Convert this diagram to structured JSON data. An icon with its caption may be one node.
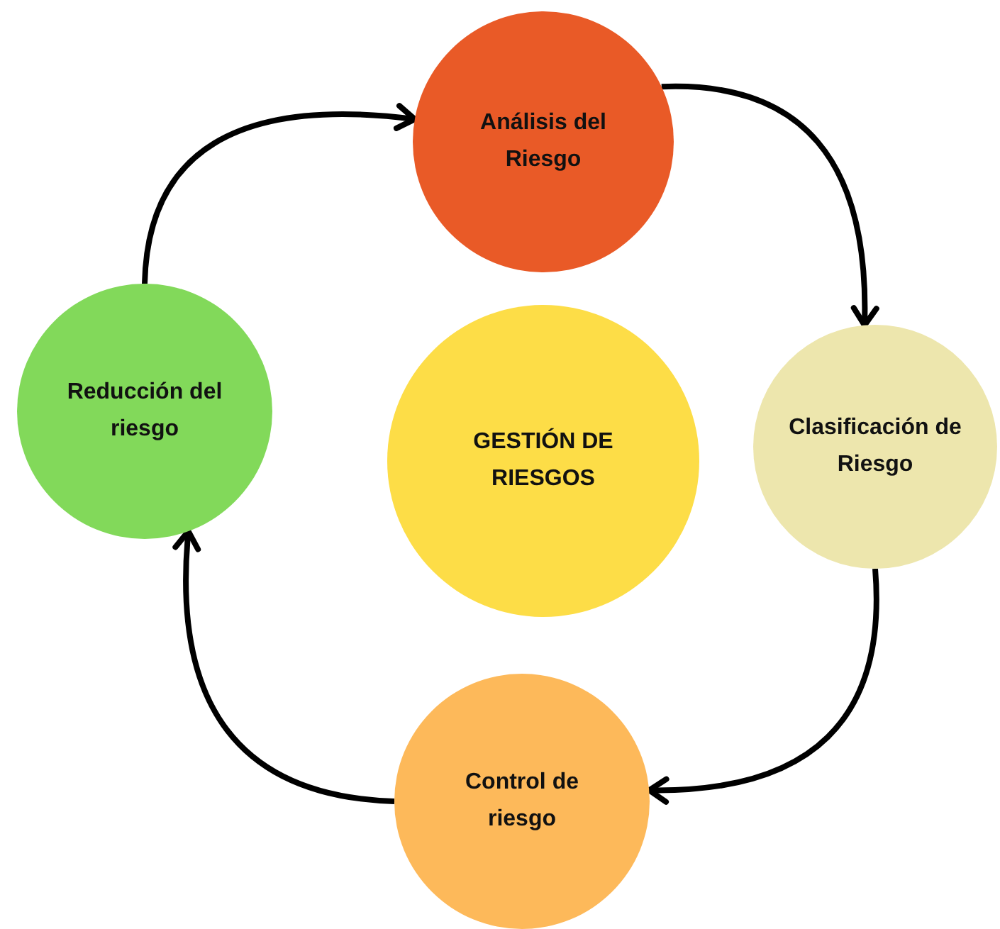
{
  "diagram": {
    "nodes": [
      {
        "text": [
          "Análisis del Riesgo"
        ]
      },
      {
        "text": [
          "Reducción del riesgo"
        ]
      },
      {
        "text": [
          "GESTIÓN DE RIESGOS"
        ]
      },
      {
        "text": [
          "Clasificación de Riesgo"
        ]
      },
      {
        "text": [
          "Control de riesgo"
        ]
      }
    ],
    "edges": [
      {
        "from": 1,
        "to": 0,
        "arrow": "to"
      },
      {
        "from": 0,
        "to": 3,
        "arrow": "to"
      },
      {
        "from": 3,
        "to": 4,
        "arrow": "to"
      },
      {
        "from": 4,
        "to": 1,
        "arrow": "to"
      }
    ]
  }
}
